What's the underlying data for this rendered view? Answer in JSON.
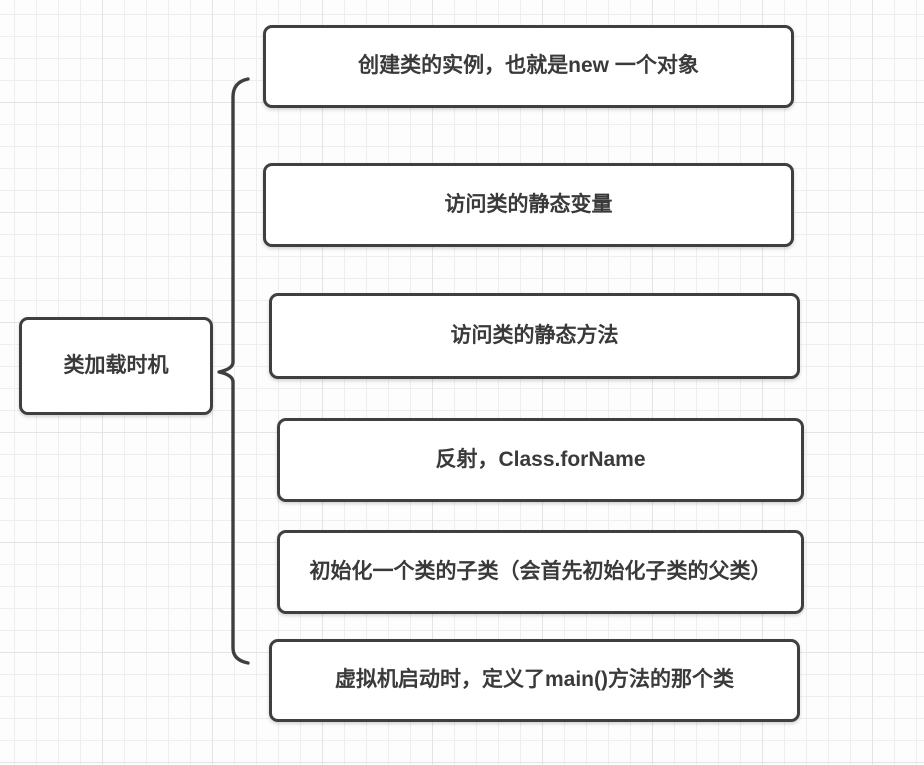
{
  "diagram": {
    "type": "mindmap-brace",
    "root": {
      "label": "类加载时机"
    },
    "branches": [
      {
        "label": "创建类的实例，也就是new 一个对象"
      },
      {
        "label": "访问类的静态变量"
      },
      {
        "label": "访问类的静态方法"
      },
      {
        "label": "反射，Class.forName"
      },
      {
        "label": "初始化一个类的子类（会首先初始化子类的父类）"
      },
      {
        "label": "虚拟机启动时，定义了main()方法的那个类"
      }
    ],
    "colors": {
      "canvas_background": "#fdfdfd",
      "grid_minor": "#efeeee",
      "grid_major": "#e4e4e4",
      "node_fill": "#ffffff",
      "node_border": "#3f3f3f",
      "text": "#3a3a3a",
      "connector": "#3f3f3f"
    }
  }
}
